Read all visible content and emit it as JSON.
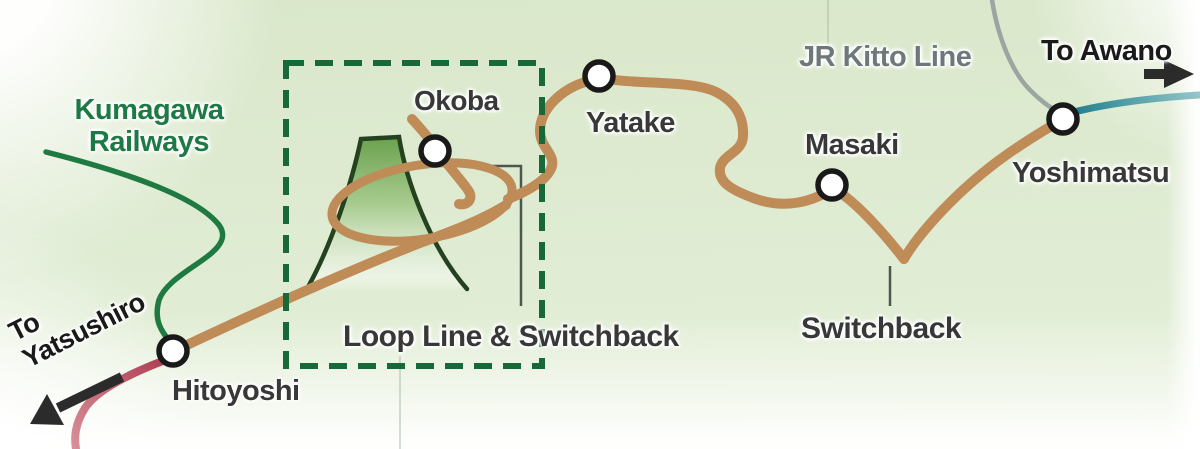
{
  "map": {
    "stations": {
      "hitoyoshi": {
        "label": "Hitoyoshi"
      },
      "okoba": {
        "label": "Okoba"
      },
      "yatake": {
        "label": "Yatake"
      },
      "masaki": {
        "label": "Masaki"
      },
      "yoshimatsu": {
        "label": "Yoshimatsu"
      }
    },
    "lines": {
      "hisatsu": {
        "color": "#bf8c58"
      },
      "kumagawa": {
        "label_line1": "Kumagawa",
        "label_line2": "Railways",
        "color": "#1e7a41"
      },
      "jr_kitto": {
        "label": "JR Kitto Line",
        "color": "#9ba6a2",
        "label_color": "#6e787a"
      },
      "awano": {
        "color_start": "#187c89",
        "color_end": "#96c6cb"
      },
      "yatsushiro": {
        "color_start": "#ad3a50",
        "color_end": "#d8919a"
      }
    },
    "annotations": {
      "loop_region": {
        "label": "Loop Line & Switchback"
      },
      "switchback": {
        "label": "Switchback"
      },
      "to_awano": {
        "label": "To Awano"
      },
      "to_yatsushiro": {
        "line1": "To",
        "line2": "Yatsushiro"
      }
    },
    "loop_box": {
      "color": "#17693a"
    },
    "mountain": {
      "outline": "#24421f",
      "fill_top": "#69a04c",
      "fill_mid": "#a9cc91",
      "fill_bottom": "#f5f9f2"
    },
    "station_marker": {
      "fill": "#ffffff",
      "ring": "#191919"
    },
    "arrow_color": "#2b2b2b",
    "leader_color": "#4c584e"
  }
}
